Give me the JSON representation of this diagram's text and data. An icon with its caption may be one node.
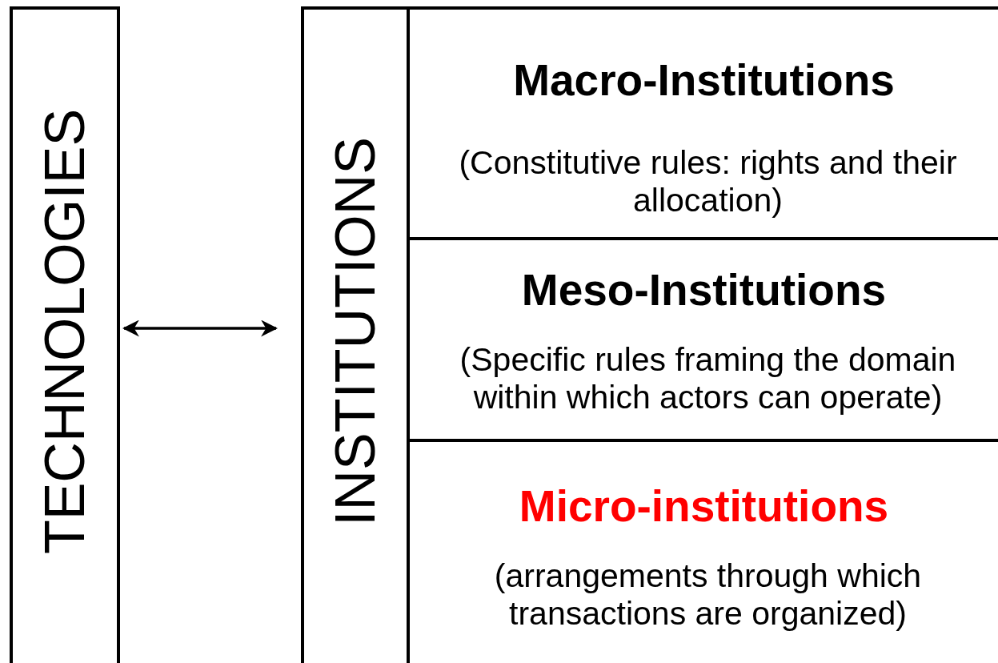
{
  "diagram": {
    "nodes": [
      {
        "text": [
          "TECHNOLOGIES"
        ]
      },
      {
        "text": [
          "INSTITUTIONS"
        ]
      },
      {
        "text": [
          "Macro-Institutions",
          "(Constitutive rules: rights and their allocation)"
        ]
      },
      {
        "text": [
          "Meso-Institutions",
          "(Specific rules framing the domain within which actors can operate)"
        ]
      },
      {
        "text": [
          "Micro-institutions",
          "(arrangements through which transactions are organized)"
        ]
      }
    ],
    "edges": [
      {
        "from": 0,
        "to": 1,
        "arrow": "both"
      }
    ]
  }
}
